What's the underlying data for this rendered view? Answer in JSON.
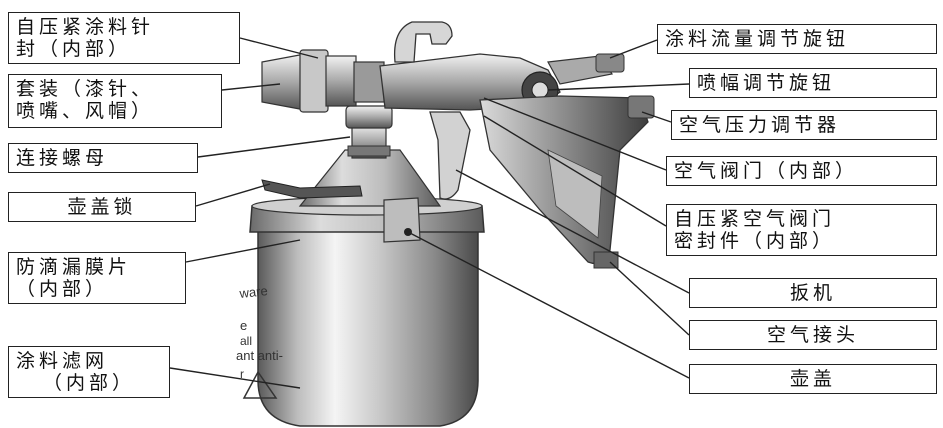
{
  "labels": {
    "needle_seal": [
      "自压紧涂料针",
      "封（内部）"
    ],
    "nozzle_set": [
      "套装（漆针、",
      "喷嘴、风帽）"
    ],
    "connect_nut": "连接螺母",
    "pot_lid_lock": "壶盖锁",
    "drip_film": [
      "防滴漏膜片",
      "（内部）"
    ],
    "paint_filter": [
      "涂料滤网",
      "（内部）"
    ],
    "fluid_knob": "涂料流量调节旋钮",
    "fan_knob": "喷幅调节旋钮",
    "air_regulator": "空气压力调节器",
    "air_valve": "空气阀门（内部）",
    "valve_seal": [
      "自压紧空气阀门",
      "密封件（内部）"
    ],
    "trigger": "扳机",
    "air_inlet": "空气接头",
    "pot_lid": "壶盖"
  },
  "cup_print": [
    "ware",
    "e",
    "all",
    "ant anti-",
    "r"
  ],
  "colors": {
    "line": "#222222",
    "box_border": "#222222",
    "metal_dark": "#3a3a3a",
    "metal_light": "#e8e8e8"
  }
}
